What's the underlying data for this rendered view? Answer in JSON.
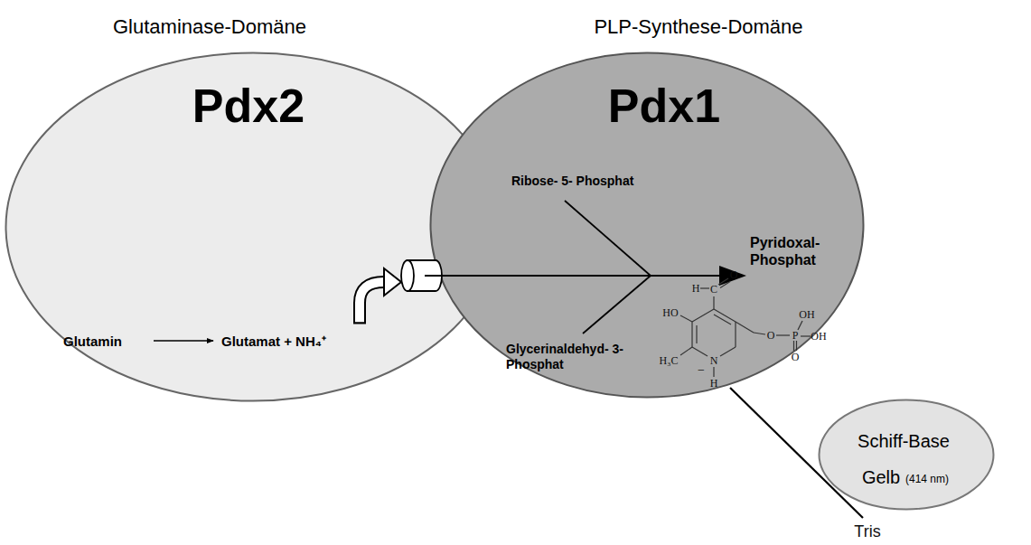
{
  "diagram": {
    "nodes": [
      {
        "text": [
          "Glutaminase-Domäne",
          "Pdx2",
          "Glutamin",
          "Glutamat + NH₄⁺"
        ]
      },
      {
        "text": [
          "PLP-Synthese-Domäne",
          "Pdx1",
          "Ribose- 5- Phosphat",
          "Glycerinaldehyd- 3- Phosphat",
          "Pyridoxal- Phosphat"
        ]
      },
      {
        "text": [
          "Schiff-Base",
          "Gelb",
          "(414 nm)"
        ]
      }
    ],
    "labels": [
      "Tris",
      "H",
      "C",
      "O",
      "HO",
      "H₃C",
      "N",
      "−",
      "H",
      "O",
      "P",
      "OH",
      "OH",
      "O"
    ]
  }
}
